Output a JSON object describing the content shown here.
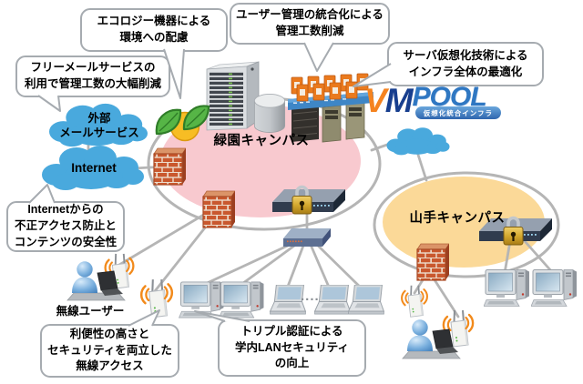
{
  "diagram_title": "campus-network-security-diagram",
  "callouts": [
    {
      "id": "eco-device",
      "text": "エコロジー機器による\n環境への配慮"
    },
    {
      "id": "user-management",
      "text": "ユーザー管理の統合化による\n管理工数削減"
    },
    {
      "id": "server-virtualization",
      "text": "サーバ仮想化技術による\nインフラ全体の最適化"
    },
    {
      "id": "free-mail",
      "text": "フリーメールサービスの\n利用で管理工数の大幅削減"
    },
    {
      "id": "internet-security",
      "text": "Internetからの\n不正アクセス防止と\nコンテンツの安全性"
    },
    {
      "id": "wireless-access",
      "text": "利便性の高さと\nセキュリティを両立した\n無線アクセス"
    },
    {
      "id": "triple-auth",
      "text": "トリプル認証による\n学内LANセキュリティ\nの向上"
    }
  ],
  "clouds": {
    "external_mail": {
      "label": "外部\nメールサービス"
    },
    "internet": {
      "label": "Internet"
    },
    "wan_link": {
      "label": ""
    }
  },
  "campuses": {
    "ryokuen": {
      "label": "緑園キャンパス"
    },
    "yamate": {
      "label": "山手キャンパス"
    }
  },
  "labels": {
    "wireless_user": "無線ユーザー",
    "more_devices_ellipsis": "...."
  },
  "logo": {
    "v": "V",
    "m": "M",
    "pool": "POOL",
    "subtitle": "仮想化統合インフラ"
  },
  "icons": {
    "eco": "eco-leaves-icon",
    "firewall": "firewall-brick-icon",
    "lock": "padlock-icon",
    "cloud": "cloud-icon",
    "server": "server-rack-icon",
    "database": "database-cylinder-icon",
    "vm_pool": "vm-server-pool-icon",
    "security_appliance": "security-appliance-icon",
    "switch": "network-switch-icon",
    "desktop": "desktop-pc-icon",
    "laptop": "laptop-icon",
    "access_point": "wireless-ap-icon",
    "wireless_user": "wireless-user-icon"
  },
  "colors": {
    "campus_ryokuen_fill": "#f8c9cf",
    "campus_yamate_fill": "#fbd998",
    "cloud_blue": "#49a9dd",
    "line_gray": "#b5b5b5",
    "brick_orange": "#c9582e",
    "wifi_arc_orange": "#f28a1b",
    "lock_gold": "#d4a92f",
    "logo_v_orange": "#f5831f",
    "logo_m_navy": "#173e8e",
    "logo_pool_blue": "#2f77c2"
  }
}
